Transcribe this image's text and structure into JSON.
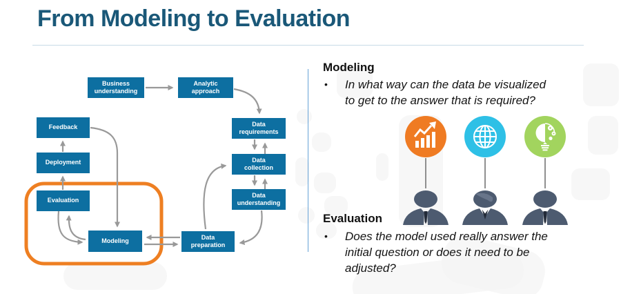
{
  "slide": {
    "title": "From Modeling to Evaluation"
  },
  "flowchart": {
    "node_color": "#0d6fa1",
    "arrow_color": "#999999",
    "highlight_color": "#ee7f22",
    "nodes": [
      {
        "id": "business-understanding",
        "label": "Business\nunderstanding"
      },
      {
        "id": "analytic-approach",
        "label": "Analytic\napproach"
      },
      {
        "id": "data-requirements",
        "label": "Data\nrequirements"
      },
      {
        "id": "data-collection",
        "label": "Data\ncollection"
      },
      {
        "id": "data-understanding",
        "label": "Data\nunderstanding"
      },
      {
        "id": "data-preparation",
        "label": "Data\npreparation"
      },
      {
        "id": "feedback",
        "label": "Feedback"
      },
      {
        "id": "deployment",
        "label": "Deployment"
      },
      {
        "id": "evaluation",
        "label": "Evaluation"
      },
      {
        "id": "modeling",
        "label": "Modeling"
      }
    ]
  },
  "right_panel": {
    "modeling": {
      "heading": "Modeling",
      "bullet_marker": "•",
      "bullet": "In what way can the data be visualized\nto get to the answer that is required?"
    },
    "evaluation": {
      "heading": "Evaluation",
      "bullet_marker": "•",
      "bullet": "Does the model used really answer the\ninitial question or does it need to be\nadjusted?"
    },
    "icons": [
      {
        "name": "bar-chart-icon",
        "color": "#ef7b23"
      },
      {
        "name": "globe-icon",
        "color": "#2ec0e6"
      },
      {
        "name": "lightbulb-gears-icon",
        "color": "#a2d45e"
      }
    ]
  }
}
